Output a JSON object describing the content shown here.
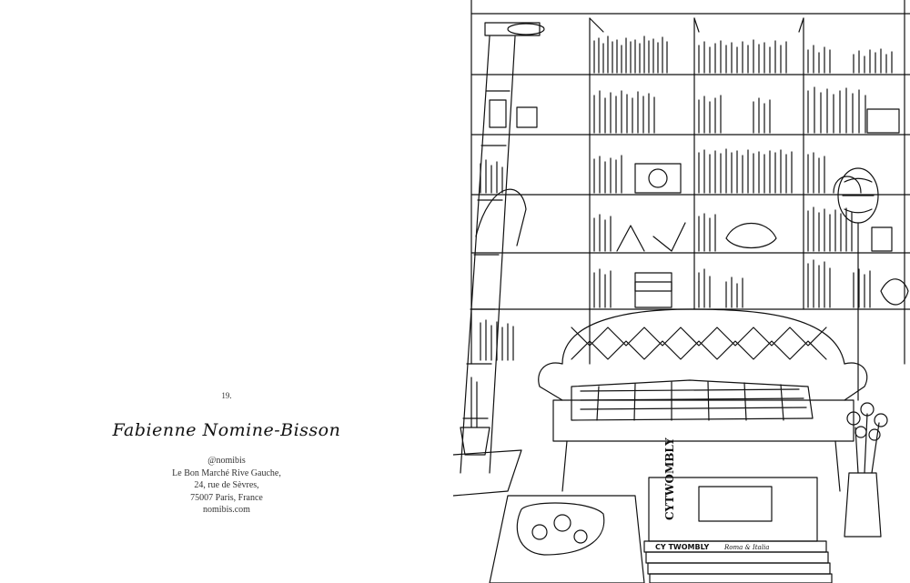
{
  "page": {
    "number": "19.",
    "signature": "Fabienne Nomine-Bisson",
    "address_lines": [
      "@nomibis",
      "Le Bon Marché Rive Gauche,",
      "24, rue de Sèvres,",
      "75007 Paris, France",
      "nomibis.com"
    ]
  },
  "illustration": {
    "book_spine_main": "CY TWOMBLY",
    "book_cover_title": "CYTWOMBLY",
    "book_spine_script": "Roma & Italia"
  }
}
